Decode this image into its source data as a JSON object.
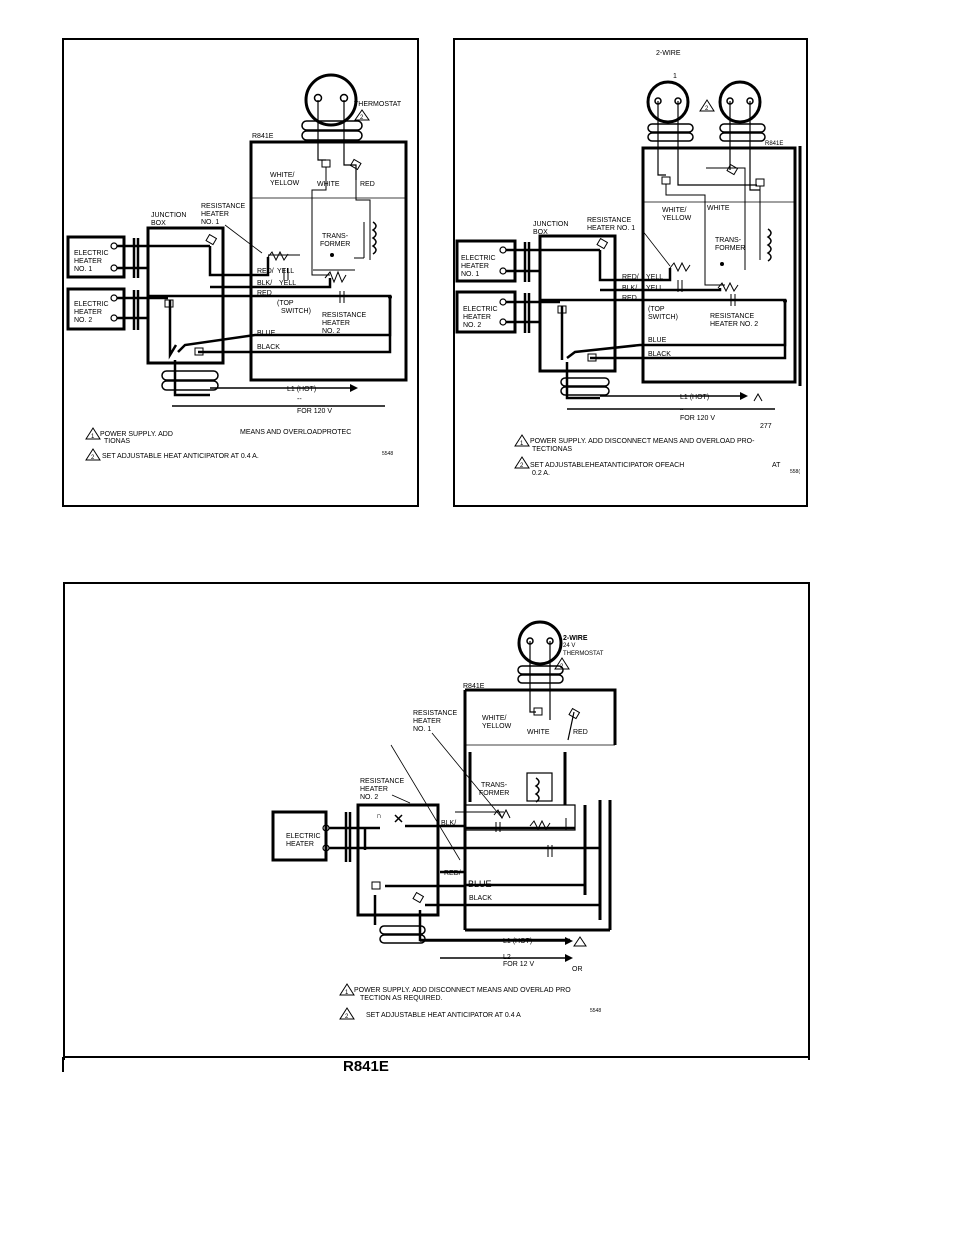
{
  "colors": {
    "line": "#000000",
    "background": "#ffffff"
  },
  "d1": {
    "thermostat": "THERMOSTAT",
    "note2_num": "2",
    "device": "R841E",
    "white_yellow_1": "WHITE/",
    "white_yellow_2": "YELLOW",
    "white": "WHITE",
    "red": "RED",
    "rh1_1": "RESISTANCE",
    "rh1_2": "HEATER",
    "rh1_3": "NO. 1",
    "jb1": "JUNCTION",
    "jb2": "BOX",
    "tr1": "TRANS-",
    "tr2": "FORMER",
    "eh1_1": "ELECTRIC",
    "eh1_2": "HEATER",
    "eh1_3": "NO. 1",
    "eh2_1": "ELECTRIC",
    "eh2_2": "HEATER",
    "eh2_3": "NO. 2",
    "red_yell": "RED/",
    "yell1": "YELL",
    "blk": "BLK/",
    "yell2": "YELL",
    "red2": "RED",
    "top_switch_1": "(TOP",
    "top_switch_2": "SWITCH)",
    "rh2_1": "RESISTANCE",
    "rh2_2": "HEATER",
    "rh2_3": "NO. 2",
    "blue": "BLUE",
    "black": "BLACK",
    "l1": "L1 (HOT)",
    "dash": "--",
    "for120": "FOR 120 V",
    "note1_num": "1",
    "note1_a": "POWER SUPPLY. ADD",
    "note1_b": "MEANS AND OVERLOADPROTEC",
    "note1_c": "TIONAS",
    "note2_text": "SET ADJUSTABLE HEAT ANTICIPATOR AT 0.4 A.",
    "code": "5548"
  },
  "d2": {
    "two_wire": "2-WIRE",
    "one": "1",
    "note2_num": "2",
    "device": "R841E",
    "white_yellow_1": "WHITE/",
    "white_yellow_2": "YELLOW",
    "white": "WHITE",
    "jb1": "JUNCTION",
    "jb2": "BOX",
    "rh1_1": "RESISTANCE",
    "rh1_2": "HEATER NO. 1",
    "tr1": "TRANS-",
    "tr2": "FORMER",
    "eh1_1": "ELECTRIC",
    "eh1_2": "HEATER",
    "eh1_3": "NO. 1",
    "eh2_1": "ELECTRIC",
    "eh2_2": "HEATER",
    "eh2_3": "NO. 2",
    "red_yell": "RED/",
    "yell1": "YELL",
    "blk": "BLK/",
    "yell2": "YELL",
    "red2": "RED",
    "top_switch_1": "(TOP",
    "top_switch_2": "SWITCH)",
    "rh2_1": "RESISTANCE",
    "rh2_2": "HEATER NO. 2",
    "blue": "BLUE",
    "black": "BLACK",
    "l1": "L1 (HOT)",
    "dash": "--",
    "for120": "FOR 120 V",
    "v277": "277",
    "note1_num": "1",
    "note1_a": "POWER SUPPLY. ADD DISCONNECT MEANS AND OVERLOAD PRO-",
    "note1_b": "TECTIONAS",
    "note2_a": "SET ADJUSTABLEHEATANTICIPATOR OFEACH",
    "note2_at": "AT",
    "note2_b": "0.2 A.",
    "code": "558("
  },
  "d3": {
    "two_wire": "2-WIRE",
    "v24": "24 V",
    "thermostat": "THERMOSTAT",
    "note2_num": "2",
    "device": "R841E",
    "rh1_1": "RESISTANCE",
    "rh1_2": "HEATER",
    "rh1_3": "NO. 1",
    "white_yellow_1": "WHITE/",
    "white_yellow_2": "YELLOW",
    "white": "WHITE",
    "red": "RED",
    "rh2_1": "RESISTANCE",
    "rh2_2": "HEATER",
    "rh2_3": "NO. 2",
    "tr1": "TRANS-",
    "tr2": "FORMER",
    "eh1": "ELECTRIC",
    "eh2": "HEATER",
    "blk": "BLK/",
    "red_slash": "RED/",
    "blue": "BLUE",
    "black": "BLACK",
    "l1": "L1 (HOT)",
    "l2": "L2",
    "for12": "FOR 12 V",
    "or": "OR",
    "note1_num": "1",
    "note1_a": "POWER SUPPLY. ADD DISCONNECT MEANS AND OVERLAD PRO",
    "note1_b": "TECTION AS REQUIRED.",
    "note2_text": "SET   ADJUSTABLE   HEAT   ANTICIPATOR AT   0.4 A",
    "code": "5548"
  },
  "footer": {
    "title": "R841E"
  }
}
